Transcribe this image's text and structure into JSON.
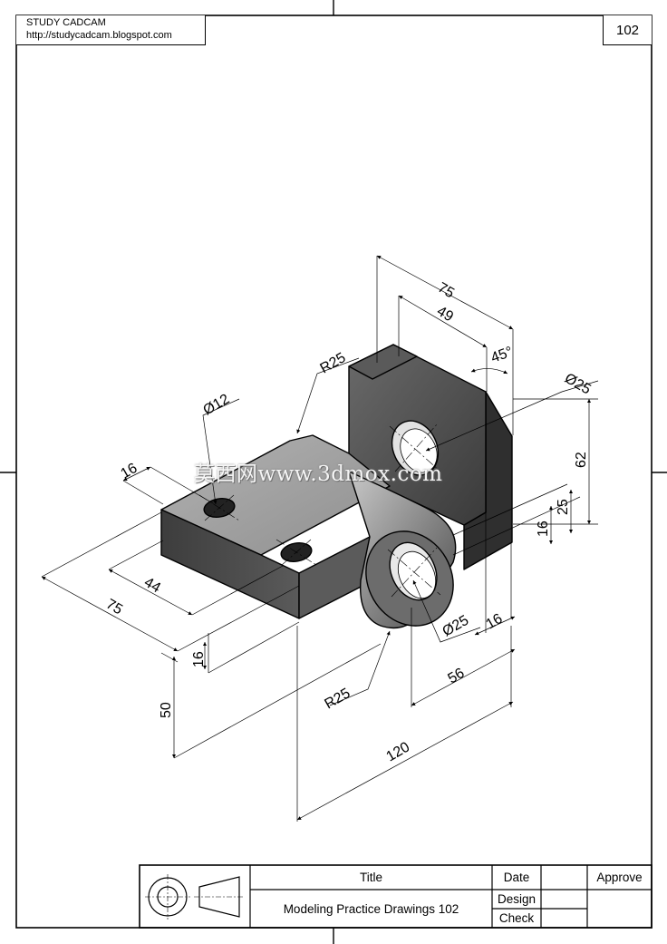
{
  "header": {
    "brand": "STUDY CADCAM",
    "url": "http://studycadcam.blogspot.com",
    "page_number": "102"
  },
  "dimensions": {
    "d75_top": "75",
    "d49": "49",
    "d45": "45°",
    "r25_top": "R25",
    "dia25_top": "Ø25",
    "dia12": "Ø12",
    "d16_a": "16",
    "d62": "62",
    "d25": "25",
    "d16_b": "16",
    "d44": "44",
    "d75_left": "75",
    "dia25_bottom": "Ø25",
    "d16_c": "16",
    "d16_d": "16",
    "d56": "56",
    "d50": "50",
    "r25_bottom": "R25",
    "d120": "120"
  },
  "watermark": "莫西网www.3dmox.com",
  "title_block": {
    "title_label": "Title",
    "title_value": "Modeling Practice Drawings 102",
    "date_label": "Date",
    "design_label": "Design",
    "check_label": "Check",
    "approve_label": "Approve"
  },
  "colors": {
    "line": "#000000",
    "top_face": "#a3a3a3",
    "front_face": "#4a4a4a",
    "side_face": "#2e2e2e"
  }
}
